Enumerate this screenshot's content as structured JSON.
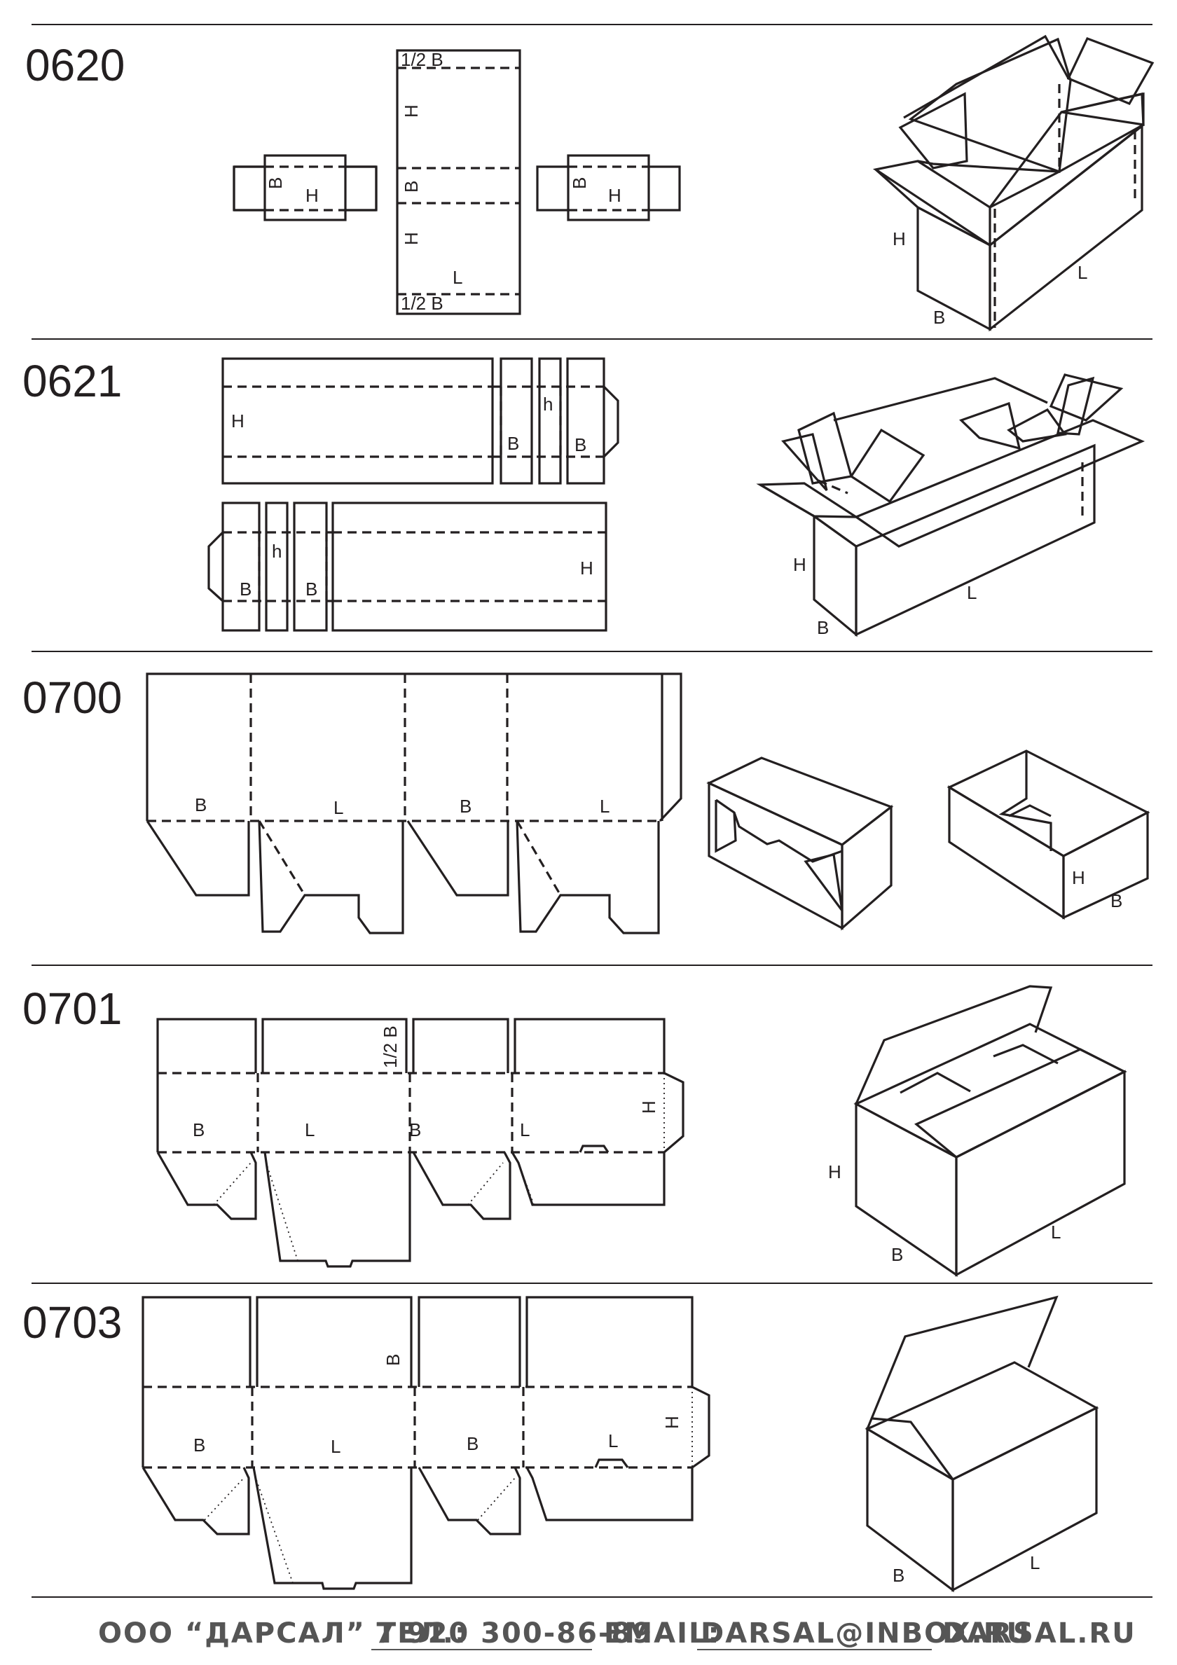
{
  "sections": [
    {
      "code": "0620"
    },
    {
      "code": "0621"
    },
    {
      "code": "0700"
    },
    {
      "code": "0701"
    },
    {
      "code": "0703"
    }
  ],
  "labels": {
    "B": "B",
    "H": "H",
    "L": "L",
    "h": "h",
    "half_B": "1/2 B"
  },
  "footer": {
    "company": "ООО “ДАРСАЛ” ТЕЛ.:",
    "phone": "7 920 300-86-89",
    "email_label": "EMAIL:",
    "email": "DARSAL@INBOX.RU",
    "site": "DARSAL.RU"
  },
  "colors": {
    "line": "#231f20",
    "footer_text": "#555555",
    "background": "#ffffff"
  }
}
